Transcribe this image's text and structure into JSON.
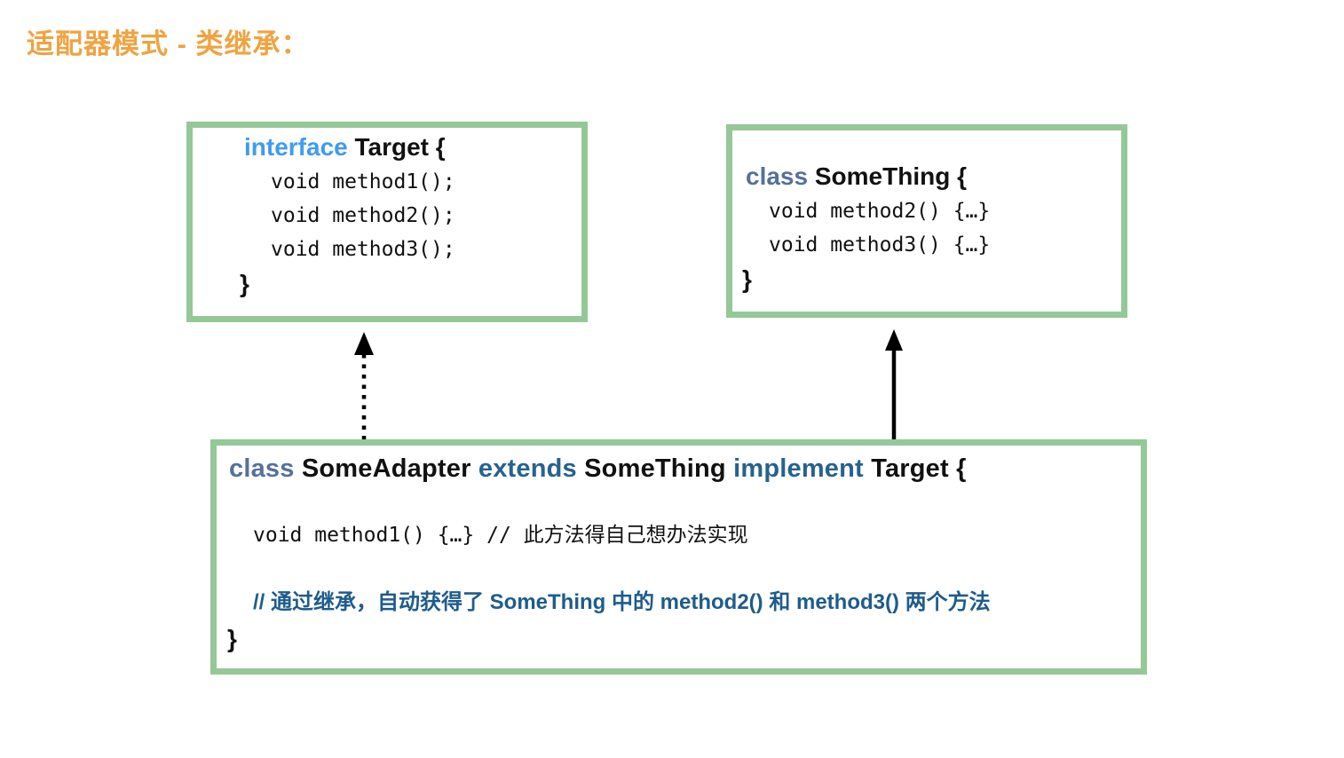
{
  "title": "适配器模式 - 类继承：",
  "colors": {
    "title_orange": "#F0A341",
    "box_border_green": "#95C897",
    "interface_keyword_blue": "#3E9BF5",
    "class_keyword_slate": "#54719B",
    "extends_implement_blue": "#25628F",
    "comment_blue": "#1E5C8C",
    "code_black": "#111111",
    "arrow_black": "#000000"
  },
  "target_interface_box": {
    "keyword": "interface",
    "declaration": "Target {",
    "methods": [
      "void method1();",
      "void method2();",
      "void method3();"
    ],
    "closing_brace": "}"
  },
  "something_class_box": {
    "keyword": "class",
    "declaration": "SomeThing {",
    "methods": [
      "void method2() {…}",
      "void method3() {…}"
    ],
    "closing_brace": "}"
  },
  "adapter_class_box": {
    "keyword_class": "class",
    "class_name": "SomeAdapter",
    "keyword_extends": "extends",
    "parent_name": "SomeThing",
    "keyword_implement": "implement",
    "interface_name": "Target {",
    "method_line": "void method1() {…} // 此方法得自己想办法实现",
    "comment_line": "// 通过继承，自动获得了 SomeThing 中的 method2() 和 method3() 两个方法",
    "closing_brace": "}"
  },
  "arrows": {
    "implements_arrow": "dotted arrow from SomeAdapter up to Target",
    "extends_arrow": "solid arrow from SomeAdapter up to SomeThing"
  }
}
